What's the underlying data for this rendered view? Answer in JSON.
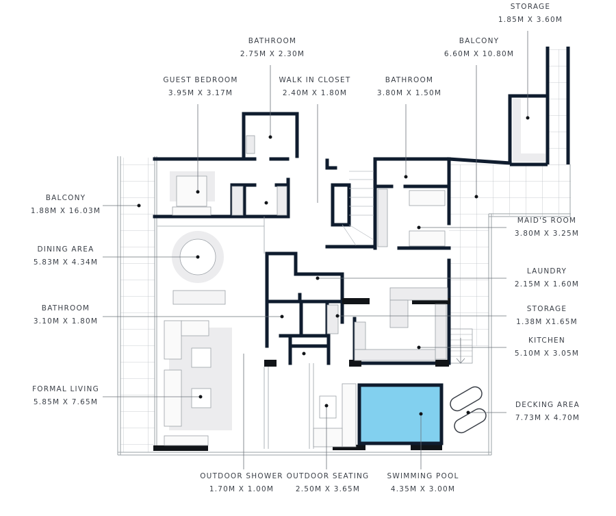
{
  "colors": {
    "wall": "#0f1c2e",
    "line": "#9aa0a6",
    "fill": "#ececee",
    "pool": "#82d0ef",
    "text": "#3a3f47"
  },
  "labels": {
    "storage_top": {
      "name": "STORAGE",
      "dims": "1.85M X 3.60M"
    },
    "bathroom_top": {
      "name": "BATHROOM",
      "dims": "2.75M X 2.30M"
    },
    "balcony_right": {
      "name": "BALCONY",
      "dims": "6.60M X 10.80M"
    },
    "guest_bedroom": {
      "name": "GUEST BEDROOM",
      "dims": "3.95M X 3.17M"
    },
    "walk_in_closet": {
      "name": "WALK IN CLOSET",
      "dims": "2.40M X 1.80M"
    },
    "bathroom_maid": {
      "name": "BATHROOM",
      "dims": "3.80M X 1.50M"
    },
    "balcony_left": {
      "name": "BALCONY",
      "dims": "1.88M X 16.03M"
    },
    "dining_area": {
      "name": "DINING AREA",
      "dims": "5.83M X 4.34M"
    },
    "bathroom_left": {
      "name": "BATHROOM",
      "dims": "3.10M X 1.80M"
    },
    "formal_living": {
      "name": "FORMAL LIVING",
      "dims": "5.85M X 7.65M"
    },
    "maids_room": {
      "name": "MAID'S ROOM",
      "dims": "3.80M X 3.25M"
    },
    "laundry": {
      "name": "LAUNDRY",
      "dims": "2.15M X 1.60M"
    },
    "storage_right": {
      "name": "STORAGE",
      "dims": "1.38M X1.65M"
    },
    "kitchen": {
      "name": "KITCHEN",
      "dims": "5.10M X 3.05M"
    },
    "decking_area": {
      "name": "DECKING AREA",
      "dims": "7.73M X 4.70M"
    },
    "outdoor_shower": {
      "name": "OUTDOOR SHOWER",
      "dims": "1.70M X 1.00M"
    },
    "outdoor_seating": {
      "name": "OUTDOOR SEATING",
      "dims": "2.50M X 3.65M"
    },
    "swimming_pool": {
      "name": "SWIMMING POOL",
      "dims": "4.35M X 3.00M"
    }
  }
}
